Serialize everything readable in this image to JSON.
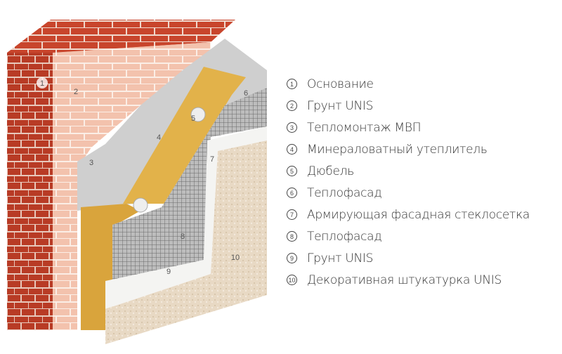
{
  "legend": [
    {
      "num": "1",
      "label": "Основание"
    },
    {
      "num": "2",
      "label": "Грунт UNIS"
    },
    {
      "num": "3",
      "label": "Тепломонтаж МВП"
    },
    {
      "num": "4",
      "label": "Минераловатный утеплитель"
    },
    {
      "num": "5",
      "label": "Дюбель"
    },
    {
      "num": "6",
      "label": "Теплофасад"
    },
    {
      "num": "7",
      "label": "Армирующая фасадная стеклосетка"
    },
    {
      "num": "8",
      "label": "Теплофасад"
    },
    {
      "num": "9",
      "label": "Грунт UNIS"
    },
    {
      "num": "10",
      "label": "Декоративная штукатурка UNIS"
    }
  ],
  "colors": {
    "brick": "#c8452c",
    "brick_primed": "#f3c2ad",
    "glue": "#cfcfcf",
    "insulation": "#e2b24a",
    "mesh": "#8a8a8a",
    "primer": "#f4f4f2",
    "plaster": "#e8d9c4"
  }
}
